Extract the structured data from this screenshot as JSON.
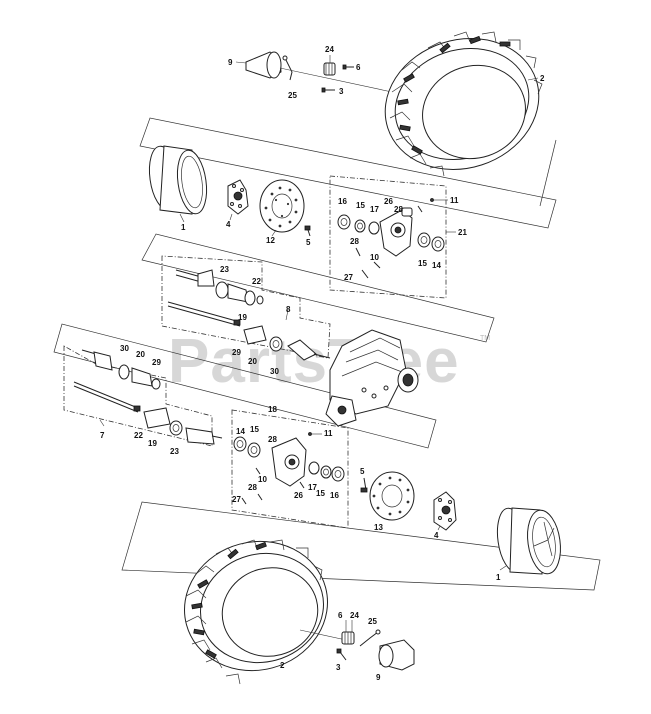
{
  "watermark": {
    "text": "PartsTree",
    "tm": "TM"
  },
  "labels": {
    "top_cap": "9",
    "top_valve": "25",
    "top_nut": "24",
    "top_bolt6": "6",
    "top_bolt3": "3",
    "top_tire": "2",
    "rim_upper": "1",
    "hub_upper": "4",
    "disc_upper": "12",
    "bolt5_upper": "5",
    "kn_upper_16": "16",
    "kn_upper_15a": "15",
    "kn_upper_17": "17",
    "kn_upper_26": "26",
    "kn_upper_28a": "28",
    "kn_upper_11": "11",
    "kn_upper_21": "21",
    "kn_upper_28b": "28",
    "kn_upper_10": "10",
    "kn_upper_27": "27",
    "kn_upper_15b": "15",
    "kn_upper_14": "14",
    "axle_upper_23": "23",
    "axle_upper_22": "22",
    "axle_upper_8": "8",
    "axle_upper_19": "19",
    "axle_upper_29": "29",
    "axle_upper_20": "20",
    "axle_upper_30": "30",
    "axle_lower_30": "30",
    "axle_lower_20": "20",
    "axle_lower_29": "29",
    "axle_lower_7": "7",
    "axle_lower_22": "22",
    "axle_lower_19": "19",
    "axle_lower_23": "23",
    "kn_lower_18": "18",
    "kn_lower_11": "11",
    "kn_lower_14": "14",
    "kn_lower_15a": "15",
    "kn_lower_28a": "28",
    "kn_lower_10": "10",
    "kn_lower_27": "27",
    "kn_lower_28b": "28",
    "kn_lower_26": "26",
    "kn_lower_17": "17",
    "kn_lower_15b": "15",
    "kn_lower_16": "16",
    "bolt5_lower": "5",
    "disc_lower": "13",
    "hub_lower": "4",
    "rim_lower": "1",
    "bot_nut": "24",
    "bot_bolt6": "6",
    "bot_valve": "25",
    "bot_bolt3": "3",
    "bot_cap": "9",
    "bot_tire": "2"
  },
  "colors": {
    "line": "#222222",
    "watermark": "#c9c9c9"
  }
}
